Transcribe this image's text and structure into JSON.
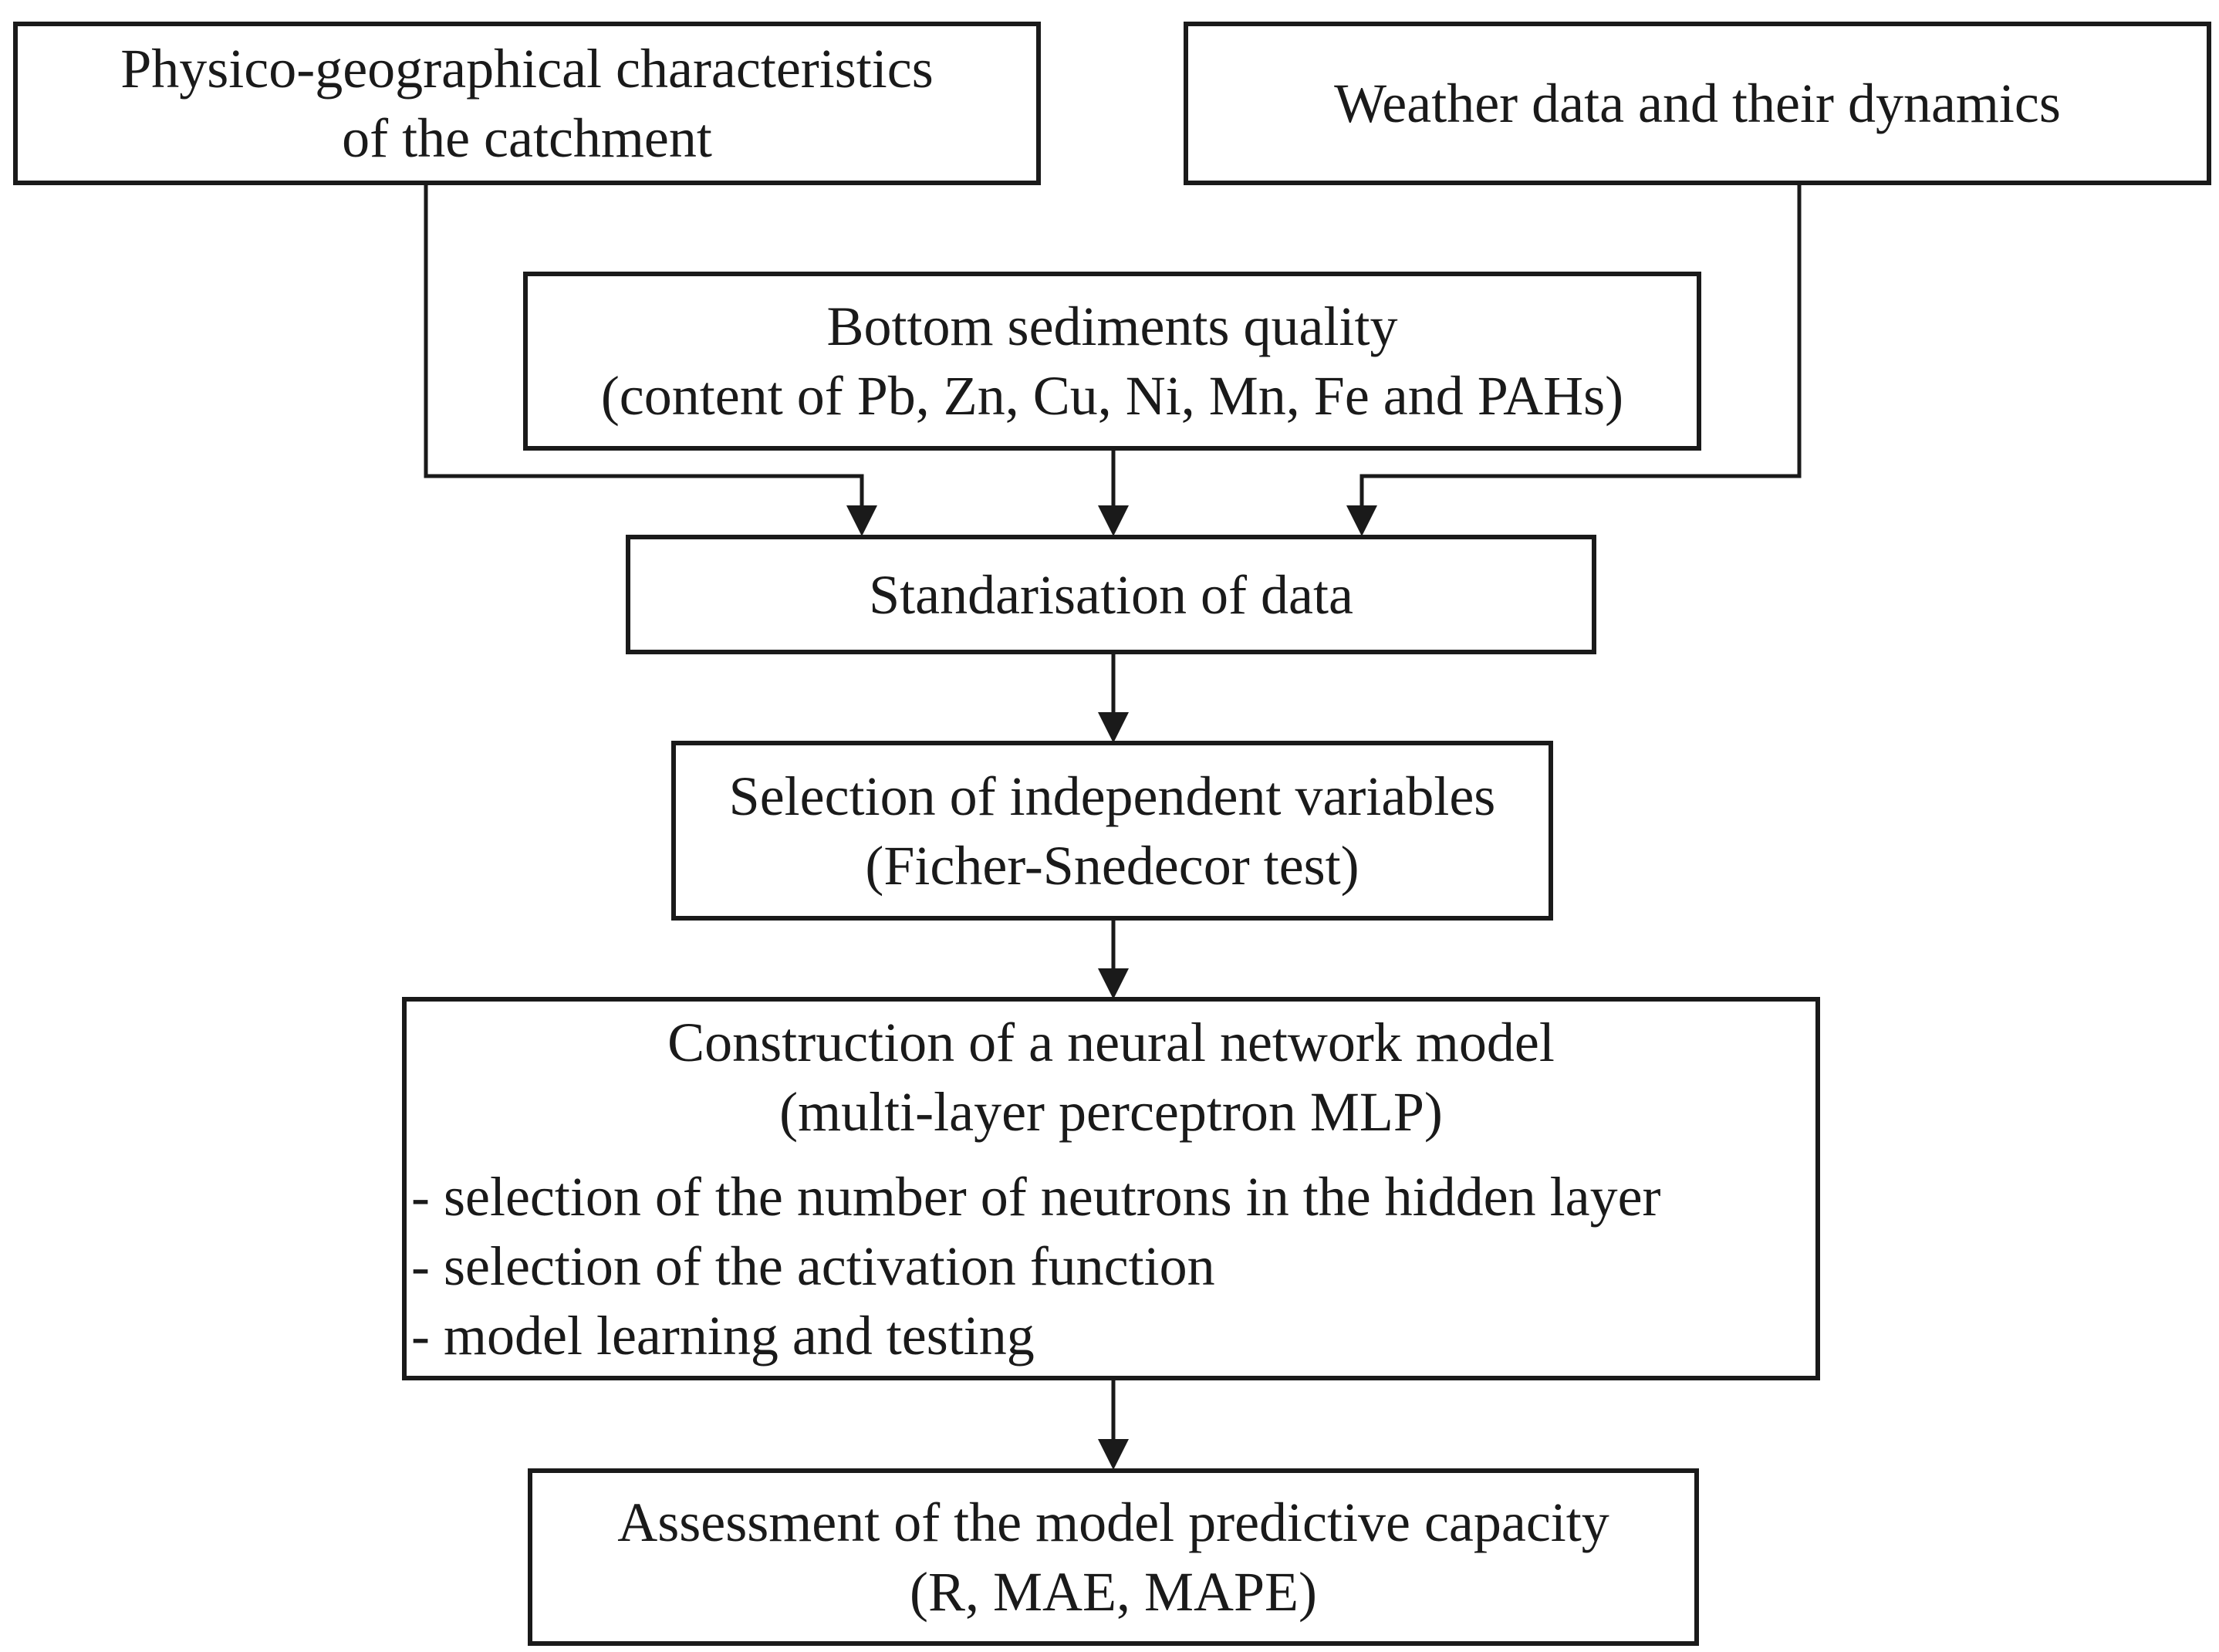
{
  "flowchart": {
    "physico": {
      "line1": "Physico-geographical characteristics",
      "line2": "of the catchment"
    },
    "weather": {
      "line1": "Weather data and their dynamics"
    },
    "sediments": {
      "line1": "Bottom sediments quality",
      "line2": "(content of Pb, Zn, Cu, Ni, Mn, Fe and PAHs)"
    },
    "standardisation": {
      "line1": "Standarisation of data"
    },
    "selection": {
      "line1": "Selection of independent variables",
      "line2": "(Ficher-Snedecor test)"
    },
    "construction": {
      "line1": "Construction of a neural network model",
      "line2": "(multi-layer perceptron MLP)",
      "bullets": [
        "- selection of the number of neutrons in the hidden layer",
        "- selection of the activation function",
        "- model learning and testing"
      ]
    },
    "assessment": {
      "line1": "Assessment of the model predictive capacity",
      "line2": "(R, MAE, MAPE)"
    }
  },
  "colors": {
    "stroke": "#1a1a1a",
    "background": "#ffffff"
  }
}
